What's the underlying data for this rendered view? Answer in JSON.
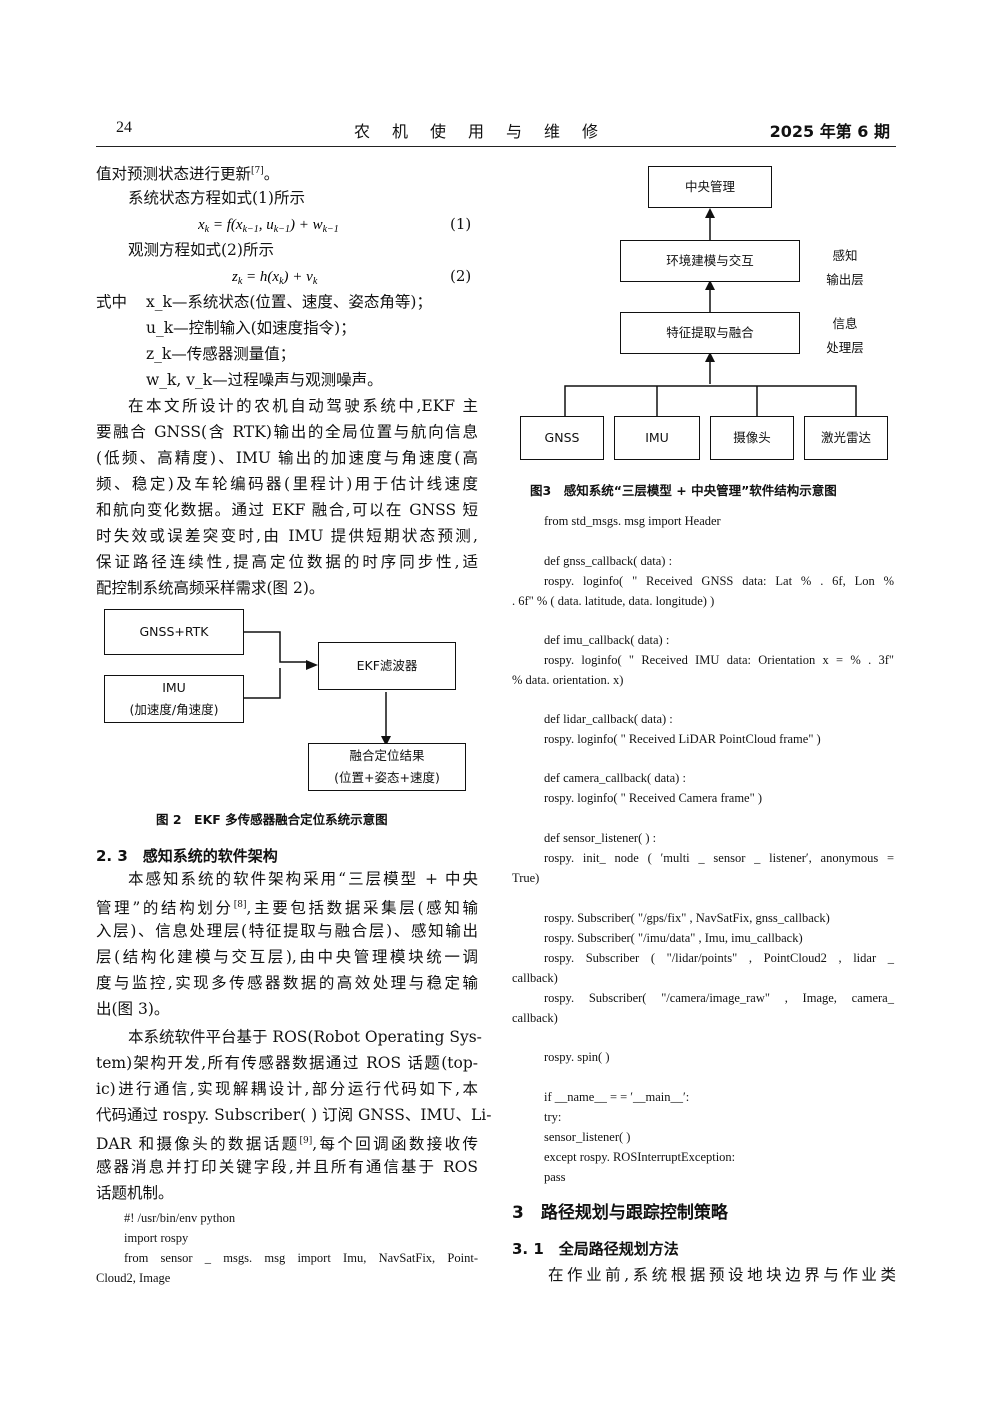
{
  "header": {
    "page_number": "24",
    "journal": "农机使用与维修",
    "issue": "2025 年第 6 期"
  },
  "left": {
    "l1": "值对预测状态进行更新",
    "l1_ref": "[7]",
    "l1_end": "。",
    "state_intro": "系统状态方程如式(1)所示",
    "eq1": "x_k = f(x_{k−1}, u_{k−1}) + w_{k−1}",
    "eq1_no": "(1)",
    "obs_intro": "观测方程如式(2)所示",
    "eq2": "z_k = h(x_k) + v_k",
    "eq2_no": "(2)",
    "where": "式中",
    "def1": "x_k—系统状态(位置、速度、姿态角等)；",
    "def2": "u_k—控制输入(如速度指令)；",
    "def3": "z_k—传感器测量值；",
    "def4": "w_k, v_k—过程噪声与观测噪声。",
    "para1": [
      "在本文所设计的农机自动驾驶系统中,EKF 主",
      "要融合 GNSS(含 RTK)输出的全局位置与航向信息",
      "(低频、高精度)、IMU 输出的加速度与角速度(高",
      "频、稳定)及车轮编码器(里程计)用于估计线速度",
      "和航向变化数据。通过 EKF 融合,可以在 GNSS 短",
      "时失效或误差突变时,由 IMU 提供短期状态预测,",
      "保证路径连续性,提高定位数据的时序同步性,适",
      "配控制系统高频采样需求(图 2)。"
    ],
    "fig2": {
      "box_gnss": "GNSS+RTK",
      "box_imu_1": "IMU",
      "box_imu_2": "(加速度/角速度)",
      "box_ekf": "EKF滤波器",
      "box_result_1": "融合定位结果",
      "box_result_2": "(位置+姿态+速度)",
      "caption": "图 2　EKF 多传感器融合定位系统示意图"
    },
    "section_2_3": "2. 3　感知系统的软件架构",
    "para2": [
      "本感知系统的软件架构采用“三层模型 + 中央",
      "管理”的结构划分",
      ",主要包括数据采集层(感知输",
      "入层)、信息处理层(特征提取与融合层)、感知输出",
      "层(结构化建模与交互层),由中央管理模块统一调",
      "度与监控,实现多传感器数据的高效处理与稳定输",
      "出(图 3)。"
    ],
    "para2_ref": "[8]",
    "para3": [
      "本系统软件平台基于 ROS(Robot Operating Sys-",
      "tem)架构开发,所有传感器数据通过 ROS 话题(top-",
      "ic)进行通信,实现解耦设计,部分运行代码如下,本",
      "代码通过 rospy. Subscriber( ) 订阅 GNSS、IMU、Li-",
      "DAR 和摄像头的数据话题",
      ",每个回调函数接收传",
      "感器消息并打印关键字段,并且所有通信基于 ROS",
      "话题机制。"
    ],
    "para3_ref": "[9]",
    "code": [
      "#!  /usr/bin/env python",
      "import rospy",
      "from  sensor _ msgs. msg  import  Imu,  NavSatFix,  Point-",
      "Cloud2, Image"
    ]
  },
  "right": {
    "fig3": {
      "box_central": "中央管理",
      "box_env": "环境建模与交互",
      "box_feature": "特征提取与融合",
      "side_top_1": "感知",
      "side_top_2": "输出层",
      "side_mid_1": "信息",
      "side_mid_2": "处理层",
      "box_gnss": "GNSS",
      "box_imu": "IMU",
      "box_camera": "摄像头",
      "box_lidar": "激光雷达",
      "caption": "图3　感知系统“三层模型 + 中央管理”软件结构示意图"
    },
    "code": [
      "from std_msgs. msg import Header",
      "",
      "def gnss_callback( data) :",
      "rospy. loginfo( \" Received GNSS data: Lat % . 6f,  Lon %",
      ". 6f\"  %  ( data. latitude,  data. longitude) )",
      "",
      "def imu_callback( data) :",
      "rospy. loginfo( \" Received IMU data: Orientation x = % . 3f\"",
      "%  data. orientation. x)",
      "",
      "def lidar_callback( data) :",
      "rospy. loginfo( \" Received LiDAR PointCloud frame\" )",
      "",
      "def camera_callback( data) :",
      "rospy. loginfo( \" Received Camera frame\" )",
      "",
      "def sensor_listener( ) :",
      "rospy. init_ node ( ′multi _ sensor _ listener′,  anonymous  =",
      "True)",
      "",
      "rospy. Subscriber( \"/gps/fix\" , NavSatFix, gnss_callback)",
      "rospy. Subscriber( \"/imu/data\" , Imu, imu_callback)",
      "rospy. Subscriber ( \"/lidar/points\" ,  PointCloud2 ,  lidar _",
      "callback)",
      "rospy. Subscriber( \"/camera/image_raw\" , Image, camera_",
      "callback)",
      "",
      "rospy. spin( )",
      "",
      "if __name__  =  =  ′__main__′:",
      "try:",
      "sensor_listener( )",
      "except rospy. ROSInterruptException:",
      "pass"
    ],
    "section_3": "3　路径规划与跟踪控制策略",
    "section_3_1": "3. 1　全局路径规划方法",
    "last_line": "在作业前,系统根据预设地块边界与作业类"
  }
}
